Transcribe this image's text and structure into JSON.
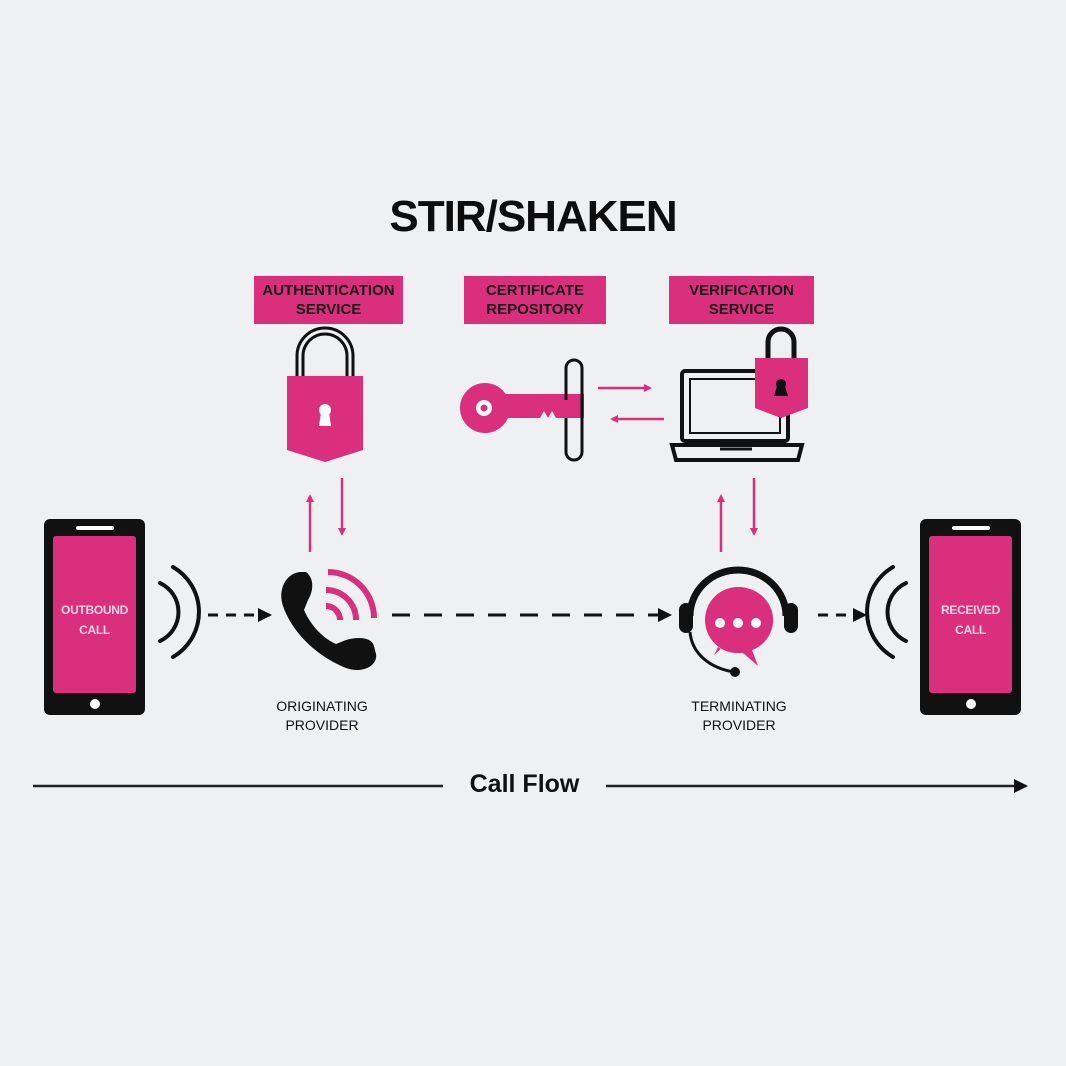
{
  "title": "STIR/SHAKEN",
  "colors": {
    "accent": "#d92f7c",
    "ink": "#111111",
    "background": "#eff0f2"
  },
  "services": [
    {
      "line1": "AUTHENTICATION",
      "line2": "SERVICE",
      "icon": "padlock-icon"
    },
    {
      "line1": "CERTIFICATE",
      "line2": "REPOSITORY",
      "icon": "key-icon"
    },
    {
      "line1": "VERIFICATION",
      "line2": "SERVICE",
      "icon": "laptop-lock-icon"
    }
  ],
  "phones": {
    "outbound": {
      "line1": "OUTBOUND",
      "line2": "CALL"
    },
    "received": {
      "line1": "RECEIVED",
      "line2": "CALL"
    }
  },
  "providers": {
    "originating": {
      "line1": "ORIGINATING",
      "line2": "PROVIDER",
      "icon": "phone-handset-icon"
    },
    "terminating": {
      "line1": "TERMINATING",
      "line2": "PROVIDER",
      "icon": "headset-chat-icon"
    }
  },
  "call_flow": {
    "label": "Call Flow"
  }
}
